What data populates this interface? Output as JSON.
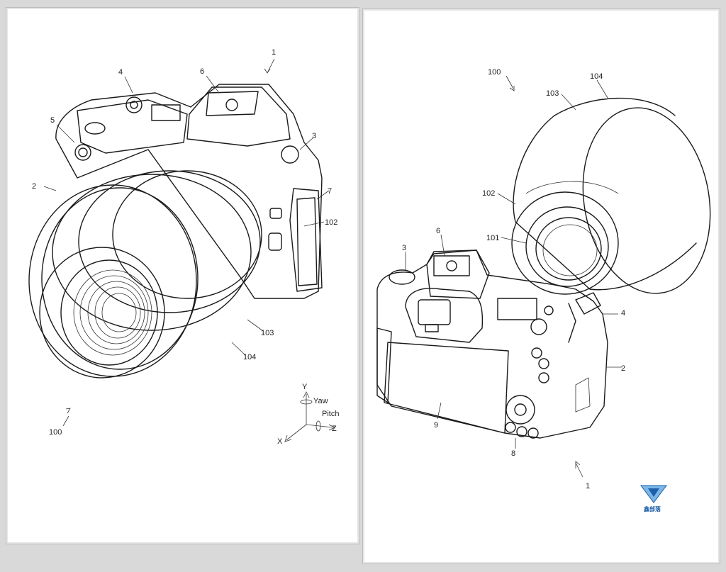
{
  "left_figure": {
    "labels": {
      "ref_1": "1",
      "ref_2": "2",
      "ref_3": "3",
      "ref_4": "4",
      "ref_5": "5",
      "ref_6": "6",
      "ref_7": "7",
      "ref_102": "102",
      "ref_103": "103",
      "ref_104": "104",
      "ref_100": "100"
    },
    "axes": {
      "y": "Y",
      "yaw": "Yaw",
      "pitch": "Pitch",
      "z": "Z",
      "x": "X"
    }
  },
  "right_figure": {
    "labels": {
      "ref_100": "100",
      "ref_104": "104",
      "ref_103": "103",
      "ref_102": "102",
      "ref_101": "101",
      "ref_6": "6",
      "ref_3": "3",
      "ref_4": "4",
      "ref_2": "2",
      "ref_9": "9",
      "ref_8": "8",
      "ref_1": "1"
    }
  },
  "watermark": {
    "text": "鑫部落",
    "color": "#1d5fa8"
  }
}
